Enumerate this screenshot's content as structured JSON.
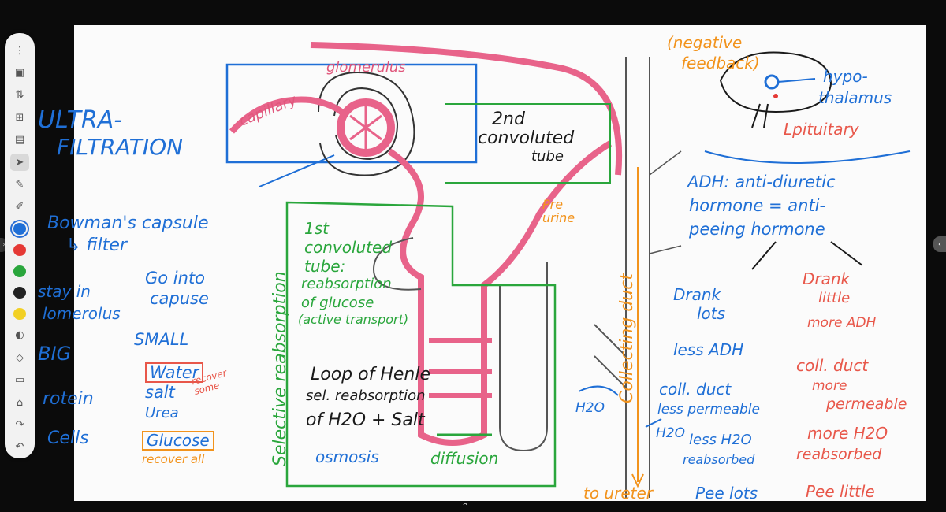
{
  "toolbar": {
    "tools": [
      {
        "name": "more-options-icon",
        "glyph": "⋮"
      },
      {
        "name": "save-icon",
        "glyph": "▣"
      },
      {
        "name": "format-icon",
        "glyph": "⇅"
      },
      {
        "name": "grid-icon",
        "glyph": "⊞"
      },
      {
        "name": "image-icon",
        "glyph": "▤"
      },
      {
        "name": "pointer-icon",
        "glyph": "➤"
      },
      {
        "name": "pen-icon",
        "glyph": "✎"
      },
      {
        "name": "marker-icon",
        "glyph": "✐"
      }
    ],
    "colors": [
      "#1f6fd6",
      "#e53935",
      "#2aa63c",
      "#222222",
      "#f2d024"
    ],
    "tools_bottom": [
      {
        "name": "palette-icon",
        "glyph": "◐"
      },
      {
        "name": "eraser-icon",
        "glyph": "◇"
      },
      {
        "name": "note-icon",
        "glyph": "▭"
      },
      {
        "name": "stamp-icon",
        "glyph": "⌂"
      },
      {
        "name": "redo-icon",
        "glyph": "↷"
      },
      {
        "name": "undo-icon",
        "glyph": "↶"
      }
    ]
  },
  "notes": {
    "ultra": "ULTRA-",
    "filtration": "FILTRATION",
    "capillary": "capillary",
    "glomerulus": "glomerulus",
    "bowmans": "Bowman's capsule",
    "filter": "↳ filter",
    "stay_in": "stay in",
    "glomerolus": "lomerolus",
    "big": "BIG",
    "protein": "rotein",
    "cells": "Cells",
    "go_into": "Go into",
    "capuse": "capuse",
    "small": "SMALL",
    "water": "Water",
    "salt": "salt",
    "urea": "Urea",
    "glucose": "Glucose",
    "recover_some": "recover some",
    "recover_all": "recover all",
    "second_convoluted": "2nd",
    "convoluted": "convoluted",
    "tube": "tube",
    "first": "1st",
    "convoluted_tube": "convoluted",
    "tube_colon": "tube:",
    "reabsorption_of": "reabsorption",
    "of_glucose": "of glucose",
    "active_transport": "(active transport)",
    "selective": "Selective reabsorption",
    "loop": "Loop of Henle",
    "sel_reabs": "sel. reabsorption",
    "of_h2o": "of H2O + Salt",
    "osmosis": "osmosis",
    "diffusion": "diffusion",
    "pre_urine": "Pre urine",
    "collecting_duct": "Collecting duct",
    "h2o_left": "H2O",
    "h2o_mid": "H2O",
    "to_ureter": "to ureter",
    "pee_lots": "Pee lots",
    "negative": "(negative",
    "feedback": "feedback)",
    "hypo": "hypo-",
    "thalamus": "thalamus",
    "pituitary": "Lpituitary",
    "adh1": "ADH: anti-diuretic",
    "adh2": "hormone = anti-",
    "adh3": "peeing hormone",
    "drank_lots": "Drank",
    "lots": "lots",
    "less_adh": "less ADH",
    "coll_duct_less": "coll. duct",
    "less_perm": "less permeable",
    "less_h2o": "less H2O",
    "reabsorbed_blue": "reabsorbed",
    "drank_little": "Drank",
    "little": "little",
    "more_adh": "more ADH",
    "coll_duct_more": "coll. duct",
    "more": "more",
    "permeable": "permeable",
    "more_h2o": "more H2O",
    "reabsorbed_red": "reabsorbed",
    "pee_little": "Pee little"
  }
}
